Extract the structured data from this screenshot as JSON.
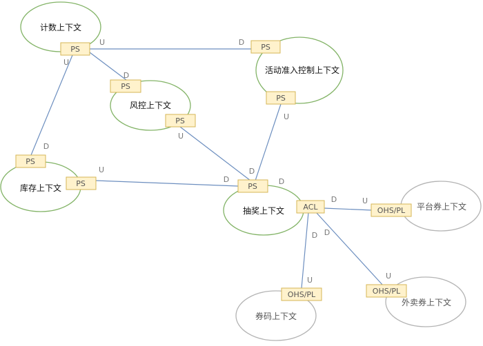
{
  "colors": {
    "core_stroke": "#82b366",
    "external_stroke": "#b3b3b3",
    "edge": "#6c8ebf",
    "badge_fill": "#fff2cc",
    "badge_stroke": "#d6b656",
    "relation_text": "#777777"
  },
  "contexts": {
    "count": "计数上下文",
    "access": "活动准入控制上下文",
    "risk": "风控上下文",
    "stock": "库存上下文",
    "lottery": "抽奖上下文",
    "platform_coupon": "平台券上下文",
    "coupon_code": "券码上下文",
    "takeout_coupon": "外卖券上下文"
  },
  "badges": {
    "count_ps": "PS",
    "access_ps_top": "PS",
    "access_ps_bottom": "PS",
    "risk_ps_top": "PS",
    "risk_ps_bottom": "PS",
    "stock_ps_top": "PS",
    "stock_ps_right": "PS",
    "lottery_ps": "PS",
    "lottery_acl": "ACL",
    "platform_ohs": "OHS/PL",
    "coupon_code_ohs": "OHS/PL",
    "takeout_ohs": "OHS/PL"
  },
  "relations": {
    "count_to_access_u": "U",
    "count_to_access_d": "D",
    "count_to_risk_d": "D",
    "count_to_stock_u": "U",
    "count_to_stock_d": "D",
    "risk_to_lottery_u": "U",
    "access_to_lottery_u": "U",
    "stock_to_lottery_u": "U",
    "lottery_d_left": "D",
    "lottery_d_top": "D",
    "lottery_d_right": "D",
    "acl_to_platform_d": "D",
    "acl_to_platform_u": "U",
    "acl_to_coupon_d": "D",
    "acl_to_coupon_u": "U",
    "acl_to_takeout_d": "D",
    "acl_to_takeout_u": "U"
  }
}
